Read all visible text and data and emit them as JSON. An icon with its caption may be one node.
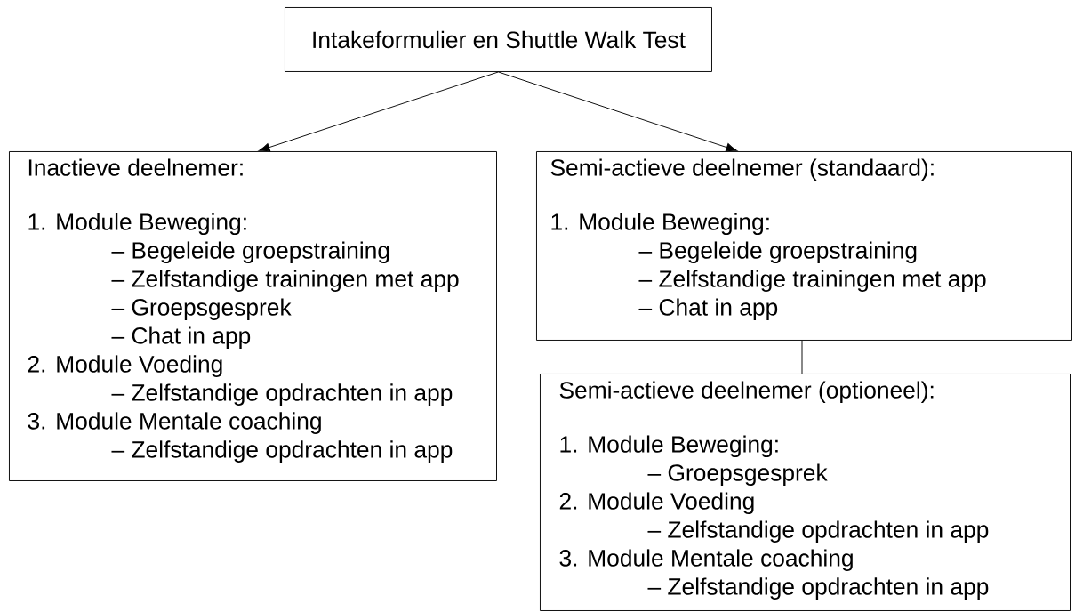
{
  "diagram": {
    "nodes": [
      {
        "text": [
          "Intakeformulier en Shuttle Walk Test"
        ]
      },
      {
        "text": [
          "Inactieve deelnemer:",
          "1. Module Beweging:",
          "– Begeleide groepstraining",
          "– Zelfstandige trainingen met app",
          "– Groepsgesprek",
          "– Chat in app",
          "2. Module Voeding",
          "– Zelfstandige opdrachten in app",
          "3. Module Mentale coaching",
          "– Zelfstandige opdrachten in app"
        ]
      },
      {
        "text": [
          "Semi-actieve deelnemer (standaard):",
          "1. Module Beweging:",
          "– Begeleide groepstraining",
          "– Zelfstandige trainingen met app",
          "– Chat in app"
        ]
      },
      {
        "text": [
          "Semi-actieve deelnemer (optioneel):",
          "1. Module Beweging:",
          "– Groepsgesprek",
          "2. Module Voeding",
          "– Zelfstandige opdrachten in app",
          "3. Module Mentale coaching",
          "– Zelfstandige opdrachten in app"
        ]
      }
    ],
    "edges": [
      {
        "from": 0,
        "to": 1,
        "arrow": "to"
      },
      {
        "from": 0,
        "to": 2,
        "arrow": "to"
      },
      {
        "from": 2,
        "to": 3,
        "arrow": "none"
      }
    ]
  }
}
